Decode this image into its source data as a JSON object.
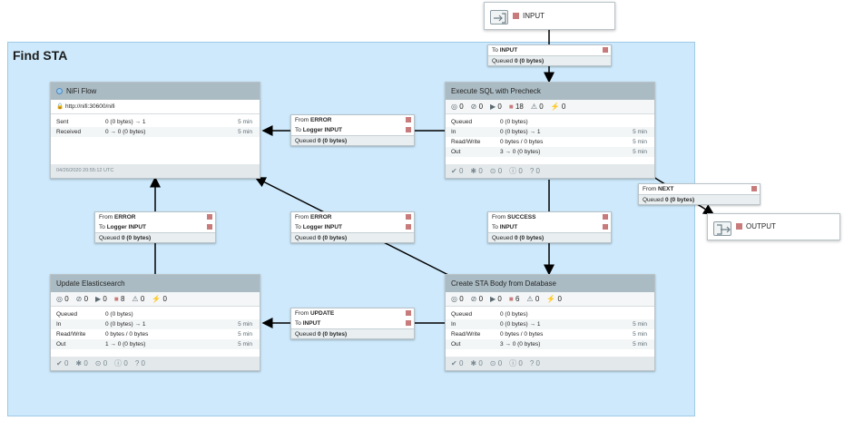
{
  "group": {
    "title": "Find STA"
  },
  "input_port": {
    "name": "INPUT"
  },
  "output_port": {
    "name": "OUTPUT"
  },
  "remote_group": {
    "title": "NiFi Flow",
    "url": "http://nifi:30600/nifi",
    "sent_label": "Sent",
    "sent_value": "0 (0 bytes) → 1",
    "sent_time": "5 min",
    "received_label": "Received",
    "received_value": "0 → 0 (0 bytes)",
    "received_time": "5 min",
    "timestamp": "04/26/2020 20:55:12 UTC"
  },
  "processors": {
    "exec_sql": {
      "title": "Execute SQL with Precheck",
      "stats": [
        "0",
        "0",
        "0",
        "18",
        "0",
        "0"
      ],
      "queued": "0 (0 bytes)",
      "in": "0 (0 bytes) → 1",
      "rw": "0 bytes / 0 bytes",
      "out": "3 → 0 (0 bytes)",
      "time": "5 min",
      "footer": [
        "0",
        "0",
        "0",
        "0",
        "0"
      ]
    },
    "create_sta": {
      "title": "Create STA Body from Database",
      "stats": [
        "0",
        "0",
        "0",
        "6",
        "0",
        "0"
      ],
      "queued": "0 (0 bytes)",
      "in": "0 (0 bytes) → 1",
      "rw": "0 bytes / 0 bytes",
      "out": "3 → 0 (0 bytes)",
      "time": "5 min",
      "footer": [
        "0",
        "0",
        "0",
        "0",
        "0"
      ]
    },
    "update_es": {
      "title": "Update Elasticsearch",
      "stats": [
        "0",
        "0",
        "0",
        "8",
        "0",
        "0"
      ],
      "queued": "0 (0 bytes)",
      "in": "0 (0 bytes) → 1",
      "rw": "0 bytes / 0 bytes",
      "out": "1 → 0 (0 bytes)",
      "time": "5 min",
      "footer": [
        "0",
        "0",
        "0",
        "0",
        "0"
      ]
    }
  },
  "labels": {
    "queued": "Queued",
    "in": "In",
    "rw": "Read/Write",
    "out": "Out",
    "from": "From",
    "to": "To"
  },
  "connections": {
    "to_input": {
      "to": "INPUT",
      "queued": "0 (0 bytes)"
    },
    "error1": {
      "from": "ERROR",
      "to": "Logger INPUT",
      "queued": "0 (0 bytes)"
    },
    "next": {
      "from": "NEXT",
      "queued": "0 (0 bytes)"
    },
    "error_mid": {
      "from": "ERROR",
      "to": "Logger INPUT",
      "queued": "0 (0 bytes)"
    },
    "error_left": {
      "from": "ERROR",
      "to": "Logger INPUT",
      "queued": "0 (0 bytes)"
    },
    "success": {
      "from": "SUCCESS",
      "to": "INPUT",
      "queued": "0 (0 bytes)"
    },
    "update": {
      "from": "UPDATE",
      "to": "INPUT",
      "queued": "0 (0 bytes)"
    }
  },
  "colors": {
    "group_bg": "#cde9fb",
    "header": "#aabbc3",
    "stopped": "#c87b7b"
  }
}
